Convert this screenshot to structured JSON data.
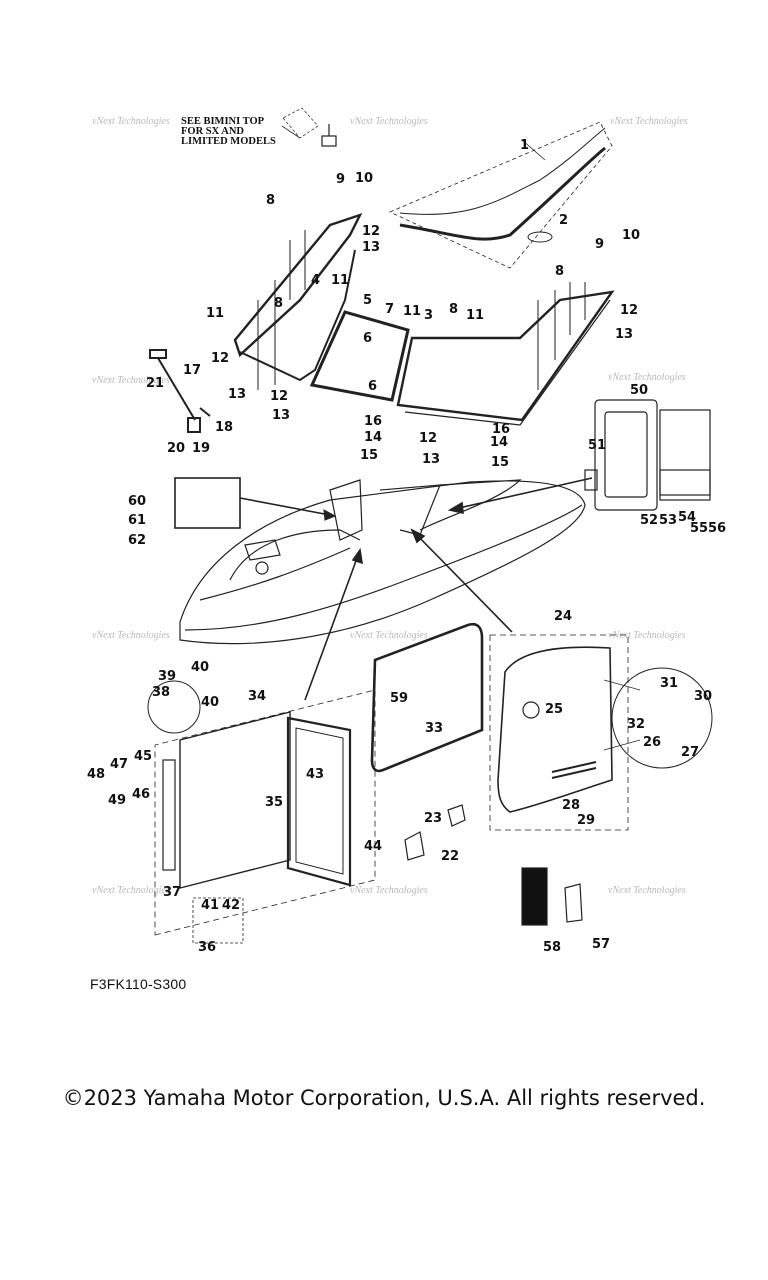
{
  "note": {
    "lines": [
      "SEE BIMINI TOP",
      "FOR SX AND",
      "LIMITED MODELS"
    ]
  },
  "watermark": "vNext Technologies",
  "diagram_code": "F3FK110-S300",
  "copyright": "©2023 Yamaha Motor Corporation, U.S.A. All rights reserved.",
  "callouts": [
    "1",
    "2",
    "3",
    "4",
    "5",
    "6",
    "7",
    "8",
    "9",
    "10",
    "11",
    "12",
    "13",
    "14",
    "15",
    "16",
    "17",
    "18",
    "19",
    "20",
    "21",
    "22",
    "23",
    "24",
    "25",
    "26",
    "27",
    "28",
    "29",
    "30",
    "31",
    "32",
    "33",
    "34",
    "35",
    "36",
    "37",
    "38",
    "39",
    "40",
    "41",
    "42",
    "43",
    "44",
    "45",
    "46",
    "47",
    "48",
    "49",
    "50",
    "51",
    "52",
    "53",
    "54",
    "55",
    "56",
    "57",
    "58",
    "59",
    "60",
    "61",
    "62"
  ]
}
